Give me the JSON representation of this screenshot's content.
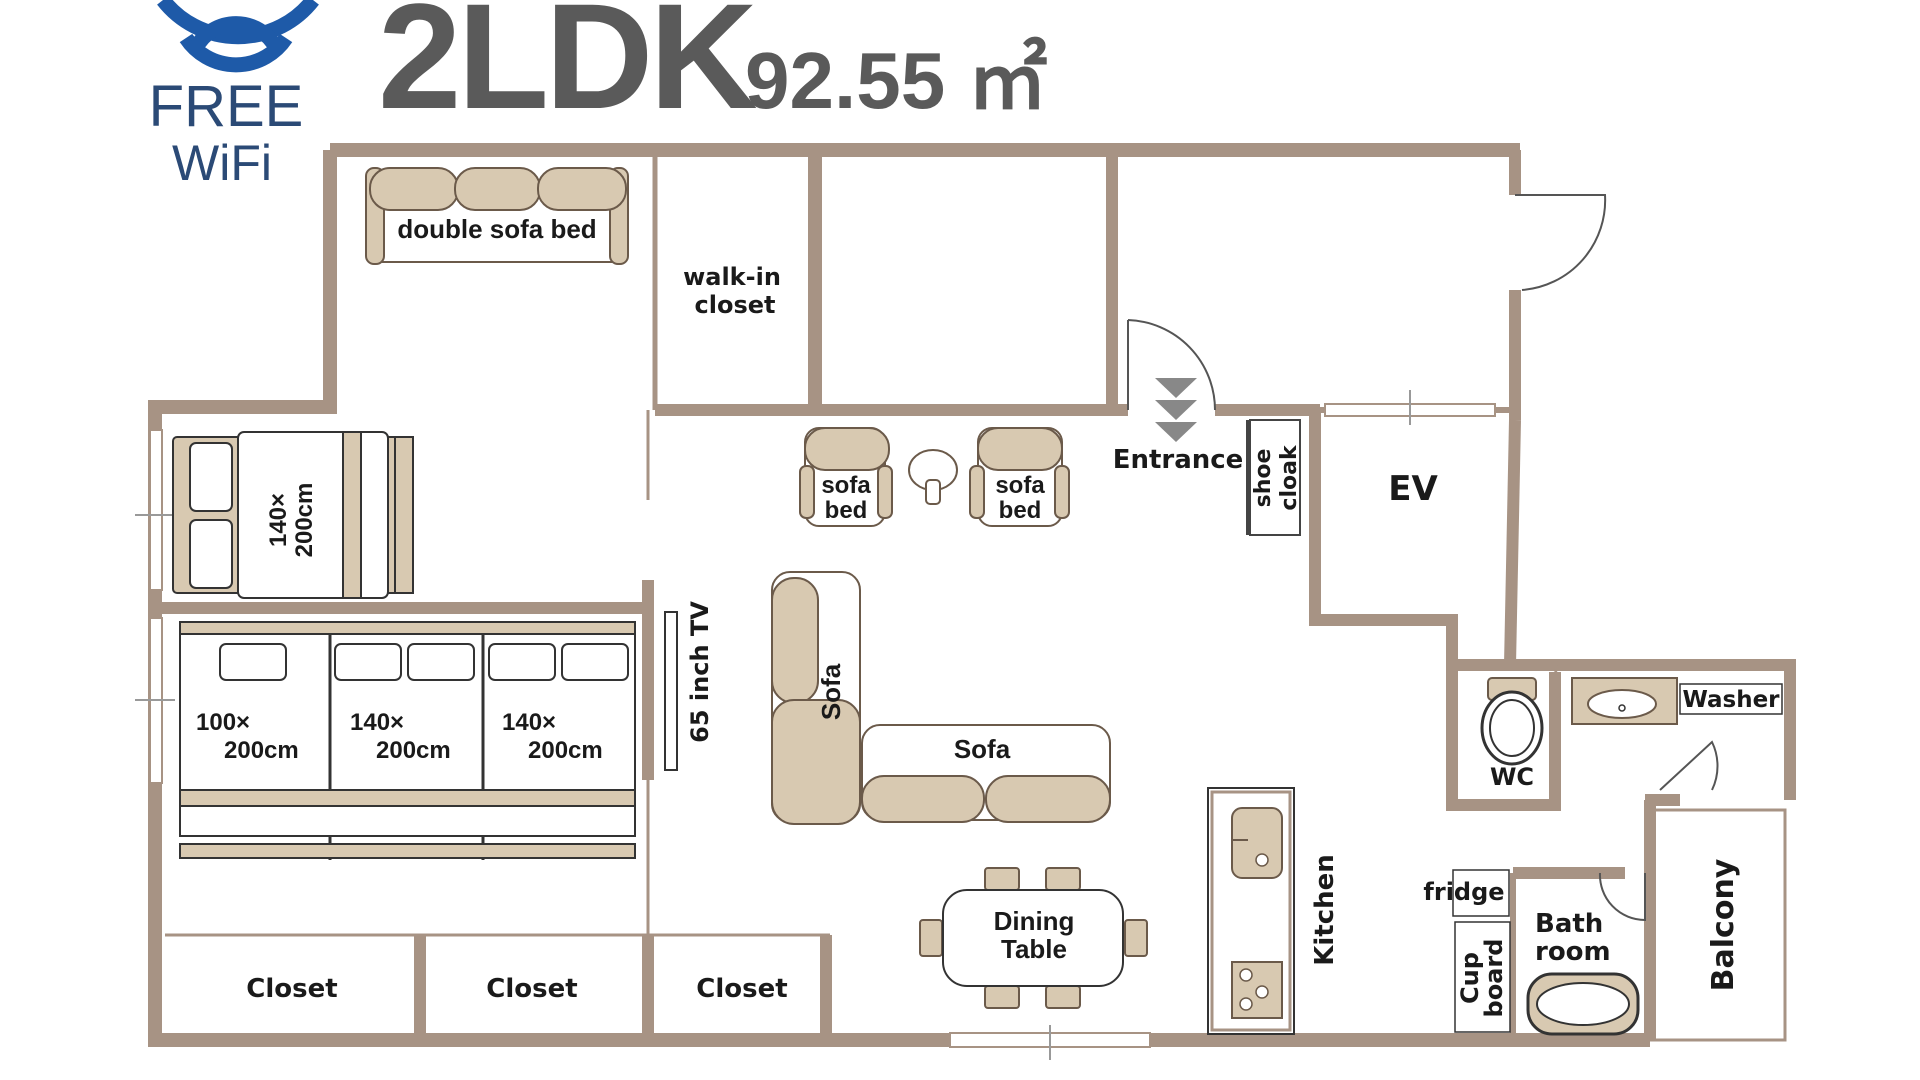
{
  "header": {
    "wifi_line1": "FREE",
    "wifi_line2": "WiFi",
    "layout_type": "2LDK",
    "area": "92.55 ㎡"
  },
  "colors": {
    "wall": "#a79384",
    "furniture": "#d8c9b1",
    "furniture_stroke": "#6b5a4a",
    "wifi": "#1e5aa8",
    "wifi_text": "#2b4a76",
    "title": "#5a5a5a"
  },
  "rooms": {
    "walk_in_closet": [
      "walk-in",
      "closet"
    ],
    "entrance": "Entrance",
    "shoe_cloak": [
      "shoe",
      "cloak"
    ],
    "ev": "EV",
    "wc": "WC",
    "washer": "Washer",
    "fridge": "fridge",
    "cupboard": [
      "Cup",
      "board"
    ],
    "bathroom": [
      "Bath",
      "room"
    ],
    "balcony": "Balcony",
    "kitchen": "Kitchen",
    "closets": [
      "Closet",
      "Closet",
      "Closet"
    ]
  },
  "furniture": {
    "double_sofa_bed": "double sofa bed",
    "sofa_bed_1": [
      "sofa",
      "bed"
    ],
    "sofa_bed_2": [
      "sofa",
      "bed"
    ],
    "bed_side": [
      "140×",
      "200cm"
    ],
    "beds_row": [
      [
        "100×",
        "200cm"
      ],
      [
        "140×",
        "200cm"
      ],
      [
        "140×",
        "200cm"
      ]
    ],
    "tv": "65 inch TV",
    "sofa_vertical": "Sofa",
    "sofa_horizontal": "Sofa",
    "dining_table": [
      "Dining",
      "Table"
    ]
  }
}
